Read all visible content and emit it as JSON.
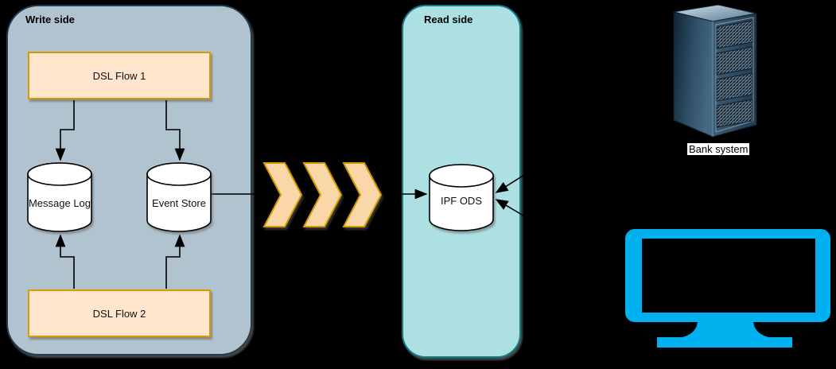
{
  "diagram": {
    "background_color": "#000000",
    "containers": {
      "write_side": {
        "label": "Write side",
        "fill": "#B1C3CF",
        "border": "#1F3B4D"
      },
      "read_side": {
        "label": "Read side",
        "fill": "#ADE0E3",
        "border": "#0F7D85"
      }
    },
    "nodes": {
      "dsl_flow_1": {
        "label": "DSL Flow 1",
        "fill": "#FFE6CC",
        "border": "#D79B00",
        "shape": "rectangle"
      },
      "dsl_flow_2": {
        "label": "DSL Flow 2",
        "fill": "#FFE6CC",
        "border": "#D79B00",
        "shape": "rectangle"
      },
      "message_log": {
        "label": "Message Log",
        "fill": "#FFFFFF",
        "border": "#000000",
        "shape": "cylinder"
      },
      "event_store": {
        "label": "Event Store",
        "fill": "#FFFFFF",
        "border": "#000000",
        "shape": "cylinder"
      },
      "ipf_ods": {
        "label": "IPF ODS",
        "fill": "#FFFFFF",
        "border": "#000000",
        "shape": "cylinder"
      }
    },
    "external": {
      "bank_system": {
        "label": "Bank system",
        "icon": "server-rack-illustration"
      },
      "consumer_display": {
        "icon": "monitor-display-illustration",
        "color": "#00B1F0"
      }
    },
    "flow_indicator": {
      "icon": "triple-chevron-right",
      "count": 3,
      "fill": "#FAD7A9",
      "border": "#D79B00"
    },
    "connectors": [
      {
        "from": "dsl_flow_1",
        "to": "message_log"
      },
      {
        "from": "dsl_flow_1",
        "to": "event_store"
      },
      {
        "from": "dsl_flow_2",
        "to": "message_log"
      },
      {
        "from": "dsl_flow_2",
        "to": "event_store"
      },
      {
        "from": "event_store",
        "to": "ipf_ods"
      },
      {
        "from": "bank_system",
        "to": "ipf_ods"
      },
      {
        "from": "consumer_display",
        "to": "ipf_ods"
      }
    ]
  }
}
